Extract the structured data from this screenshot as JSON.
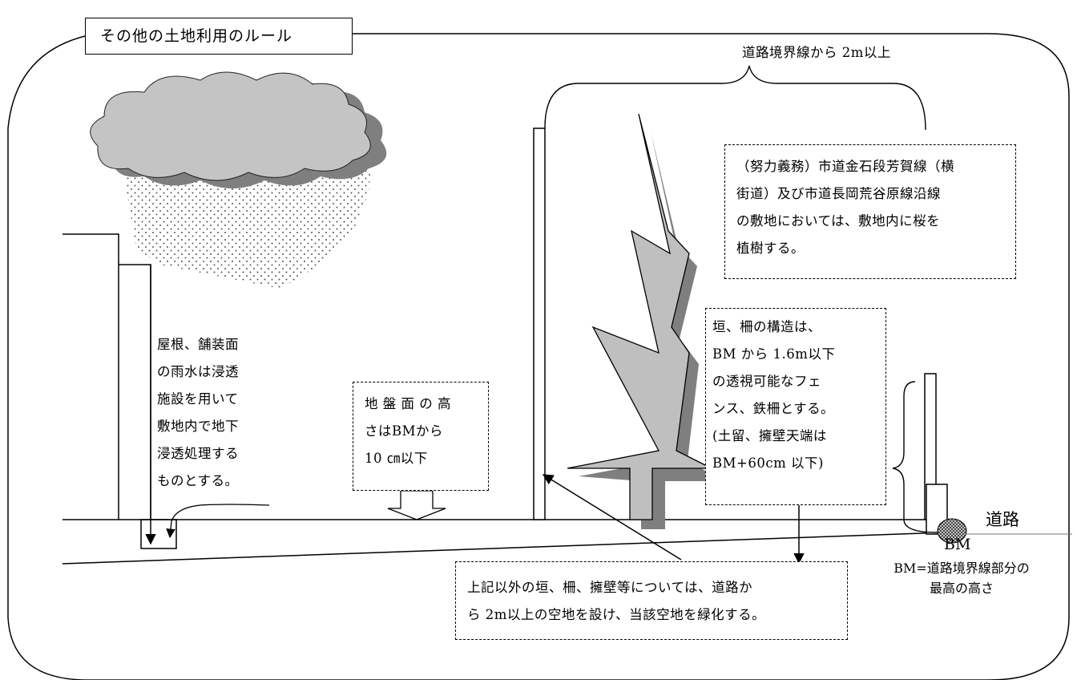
{
  "title": "その他の土地利用のルール",
  "distance_label": "道路境界線から 2m以上",
  "notes": {
    "sakura": "（努力義務）市道金石段芳賀線（横\n街道）及び市道長岡荒谷原線沿線\nの敷地においては、敷地内に桜を\n植樹する。",
    "fence": "垣、柵の構造は、\nBM から 1.6m以下\nの透視可能なフェ\nンス、鉄柵とする。\n(土留、擁壁天端は\nBM+60cm 以下)",
    "ground": "地 盤 面 の 高\nさはBMから\n10 ㎝以下",
    "rain": "屋根、舗装面\nの雨水は浸透\n施設を用いて\n敷地内で地下\n浸透処理する\nものとする。",
    "other": "上記以外の垣、柵、擁壁等については、道路か\nら 2m以上の空地を設け、当該空地を緑化する。"
  },
  "labels": {
    "road": "道路",
    "bm": "BM",
    "bm_definition": "BM=道路境界線部分の\n最高の高さ"
  },
  "colors": {
    "cloud": "#c4c4c4",
    "shadow": "#7f7f7f",
    "tree": "#bfbfbf",
    "line": "#000000",
    "bm_marker": "#555555"
  }
}
